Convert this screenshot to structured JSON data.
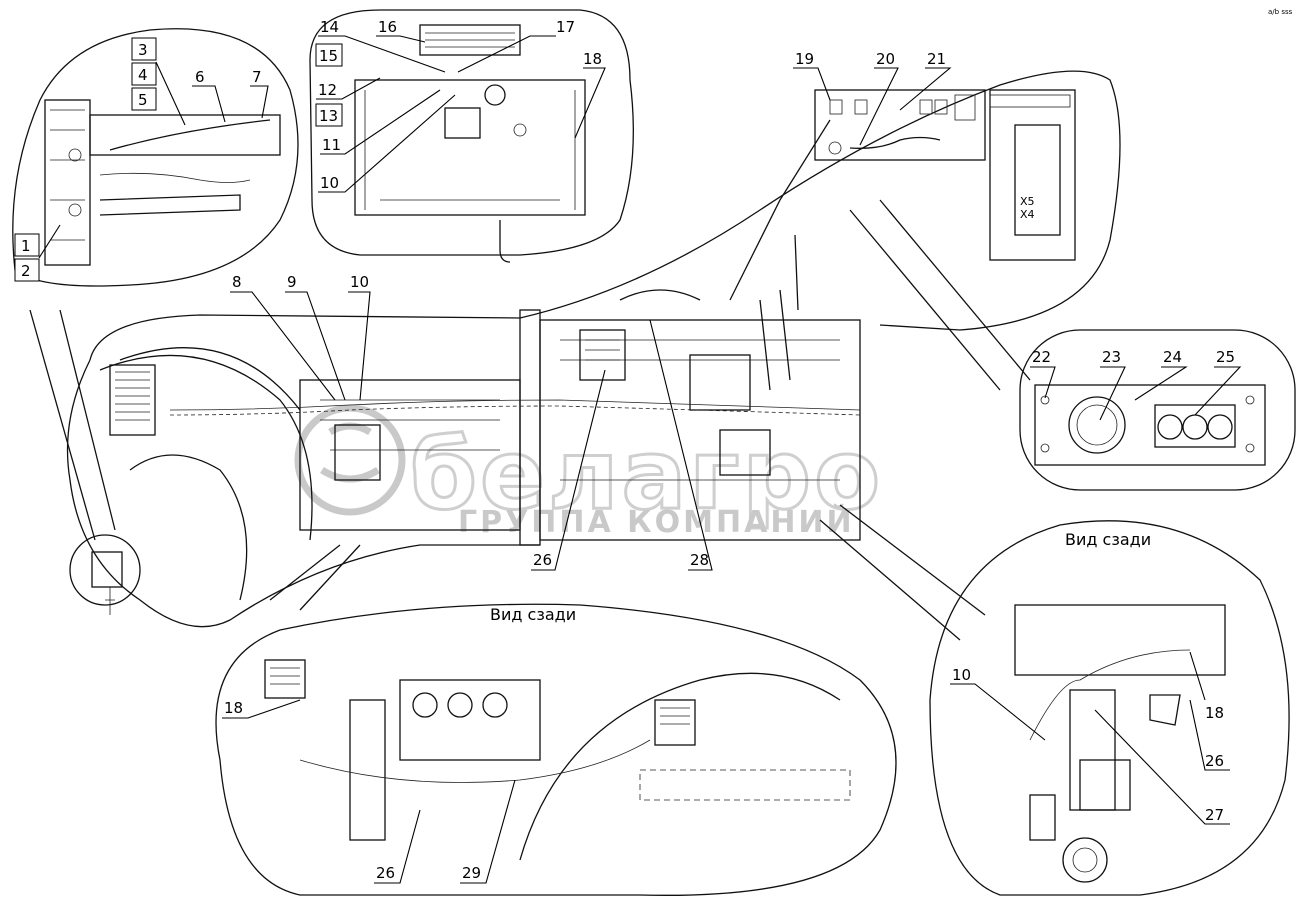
{
  "title_views": {
    "rear_view_bottom": "Вид сзади",
    "rear_view_right": "Вид сзади"
  },
  "watermark": {
    "brand": "белагро",
    "subtitle": "ГРУППА КОМПАНИЙ"
  },
  "connector_labels": {
    "x5": "X5",
    "x4": "X4"
  },
  "corner_mark": "a/b sss",
  "callouts": {
    "c1": "1",
    "c2": "2",
    "c3": "3",
    "c4": "4",
    "c5": "5",
    "c6": "6",
    "c7": "7",
    "c8": "8",
    "c9": "9",
    "c10a": "10",
    "c10b": "10",
    "c10c": "10",
    "c11": "11",
    "c12": "12",
    "c13": "13",
    "c14": "14",
    "c15": "15",
    "c16": "16",
    "c17": "17",
    "c18a": "18",
    "c18b": "18",
    "c18c": "18",
    "c19": "19",
    "c20": "20",
    "c21": "21",
    "c22": "22",
    "c23": "23",
    "c24": "24",
    "c25": "25",
    "c26a": "26",
    "c26b": "26",
    "c26c": "26",
    "c27": "27",
    "c28": "28",
    "c29": "29"
  },
  "colors": {
    "line": "#111111",
    "watermark": "#c9c9c9",
    "background": "#ffffff"
  }
}
